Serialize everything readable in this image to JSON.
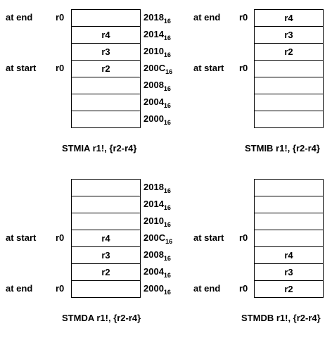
{
  "base_suffix": "16",
  "panels": [
    {
      "caption": "STMIA r1!, {r2-r4}",
      "show_addresses": true,
      "cells": [
        "",
        "r4",
        "r3",
        "r2",
        "",
        "",
        ""
      ],
      "addresses": [
        "2018",
        "2014",
        "2010",
        "200C",
        "2008",
        "2004",
        "2000"
      ],
      "markers": [
        {
          "row": 0,
          "text": "at end",
          "reg": "r0"
        },
        {
          "row": 3,
          "text": "at start",
          "reg": "r0"
        }
      ]
    },
    {
      "caption": "STMIB r1!, {r2-r4}",
      "show_addresses": false,
      "cells": [
        "r4",
        "r3",
        "r2",
        "",
        "",
        "",
        ""
      ],
      "addresses": [],
      "markers": [
        {
          "row": 0,
          "text": "at end",
          "reg": "r0"
        },
        {
          "row": 3,
          "text": "at start",
          "reg": "r0"
        }
      ]
    },
    {
      "caption": "STMDA r1!, {r2-r4}",
      "show_addresses": true,
      "cells": [
        "",
        "",
        "",
        "r4",
        "r3",
        "r2",
        ""
      ],
      "addresses": [
        "2018",
        "2014",
        "2010",
        "200C",
        "2008",
        "2004",
        "2000"
      ],
      "markers": [
        {
          "row": 3,
          "text": "at start",
          "reg": "r0"
        },
        {
          "row": 6,
          "text": "at end",
          "reg": "r0"
        }
      ]
    },
    {
      "caption": "STMDB r1!, {r2-r4}",
      "show_addresses": false,
      "cells": [
        "",
        "",
        "",
        "",
        "r4",
        "r3",
        "r2"
      ],
      "addresses": [],
      "markers": [
        {
          "row": 3,
          "text": "at start",
          "reg": "r0"
        },
        {
          "row": 6,
          "text": "at end",
          "reg": "r0"
        }
      ]
    }
  ]
}
